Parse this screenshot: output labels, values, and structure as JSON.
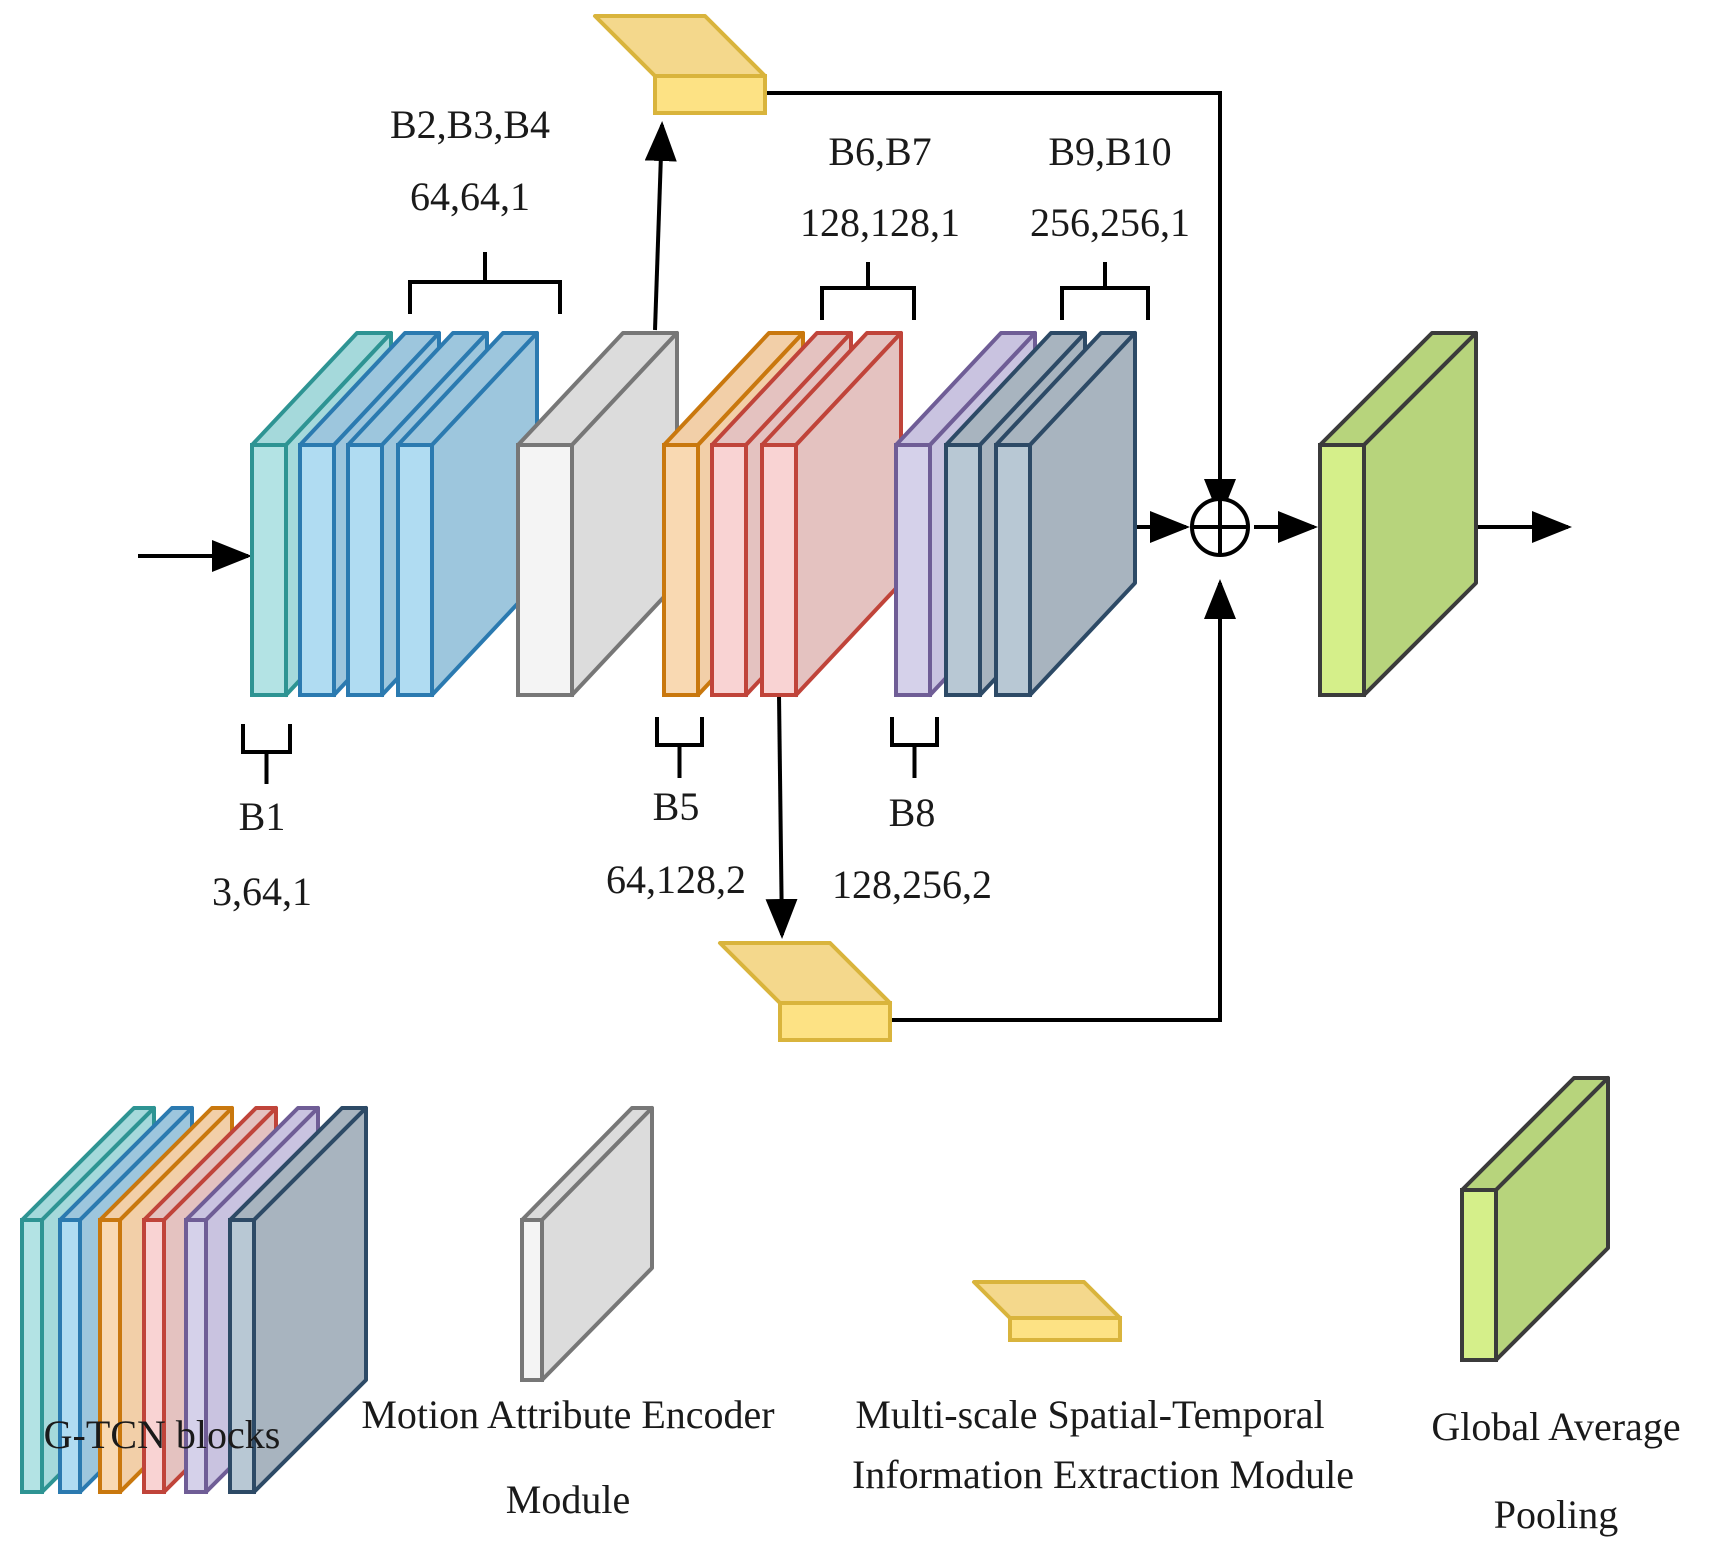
{
  "labels": {
    "b234_name": "B2,B3,B4",
    "b234_dims": "64,64,1",
    "b67_name": "B6,B7",
    "b67_dims": "128,128,1",
    "b910_name": "B9,B10",
    "b910_dims": "256,256,1",
    "b1_name": "B1",
    "b1_dims": "3,64,1",
    "b5_name": "B5",
    "b5_dims": "64,128,2",
    "b8_name": "B8",
    "b8_dims": "128,256,2"
  },
  "legend": {
    "gtcn": "G-TCN blocks",
    "mae_line1": "Motion Attribute Encoder",
    "mae_line2": "Module",
    "msti_line1": "Multi-scale Spatial-Temporal",
    "msti_line2": "Information Extraction Module",
    "gap_line1": "Global Average",
    "gap_line2": "Pooling"
  },
  "colors": {
    "teal_front": "#b3e3e4",
    "teal_side": "#a5d9db",
    "teal_stroke": "#2e9493",
    "blue_front": "#b0dcf2",
    "blue_side": "#9dc6dd",
    "blue_stroke": "#2b7ab0",
    "gray_front": "#f4f4f4",
    "gray_side": "#dcdcdc",
    "gray_stroke": "#777777",
    "orange_front": "#f9d9b2",
    "orange_side": "#f2cfa8",
    "orange_stroke": "#c9780e",
    "red_front": "#f9d3d3",
    "red_side": "#e4c2c0",
    "red_stroke": "#c0443a",
    "purple_front": "#d5d1ea",
    "purple_side": "#c9c3e0",
    "purple_stroke": "#6f5d96",
    "slate_front": "#b8c8d4",
    "slate_side": "#a8b4bf",
    "slate_stroke": "#2d4a66",
    "yellow_front": "#fde284",
    "yellow_top": "#f4d88c",
    "yellow_stroke": "#d9b43c",
    "green_front": "#d5ef8a",
    "green_side": "#b7d47c",
    "green_stroke": "#3b3b3b"
  }
}
